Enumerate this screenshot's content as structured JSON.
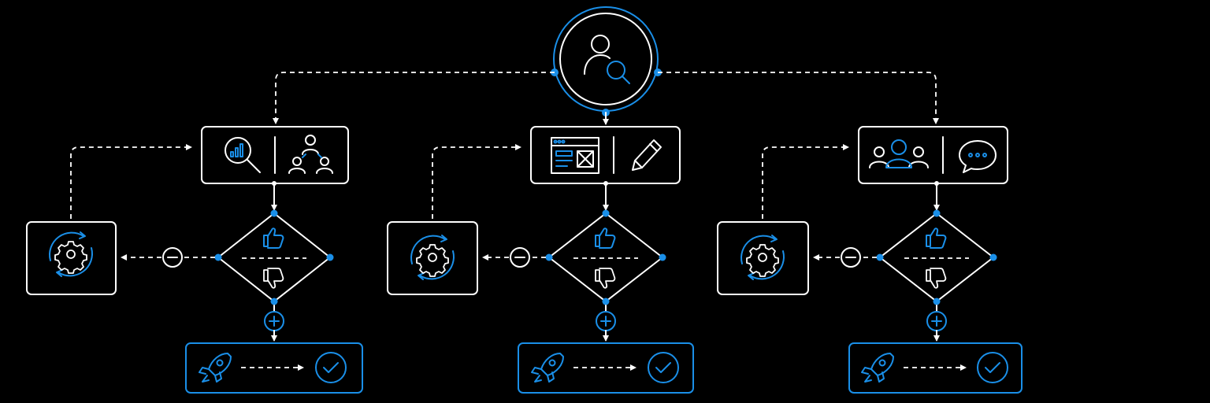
{
  "colors": {
    "background": "#000000",
    "line": "#ffffff",
    "accent": "#1a8fe8"
  },
  "root": {
    "icon": "user-search-icon"
  },
  "branches": [
    {
      "id": "research",
      "top_icons": [
        "analytics-search-icon",
        "user-network-icon"
      ],
      "decision_icons": [
        "thumbs-up-icon",
        "thumbs-down-icon"
      ],
      "reject_icon": "minus-circle-icon",
      "iterate_icon": "gear-cycle-icon",
      "accept_icon": "plus-circle-icon",
      "launch_icons": [
        "rocket-icon",
        "check-circle-icon"
      ]
    },
    {
      "id": "design",
      "top_icons": [
        "wireframe-icon",
        "pencil-icon"
      ],
      "decision_icons": [
        "thumbs-up-icon",
        "thumbs-down-icon"
      ],
      "reject_icon": "minus-circle-icon",
      "iterate_icon": "gear-cycle-icon",
      "accept_icon": "plus-circle-icon",
      "launch_icons": [
        "rocket-icon",
        "check-circle-icon"
      ]
    },
    {
      "id": "feedback",
      "top_icons": [
        "user-group-icon",
        "chat-bubble-icon"
      ],
      "decision_icons": [
        "thumbs-up-icon",
        "thumbs-down-icon"
      ],
      "reject_icon": "minus-circle-icon",
      "iterate_icon": "gear-cycle-icon",
      "accept_icon": "plus-circle-icon",
      "launch_icons": [
        "rocket-icon",
        "check-circle-icon"
      ]
    }
  ]
}
